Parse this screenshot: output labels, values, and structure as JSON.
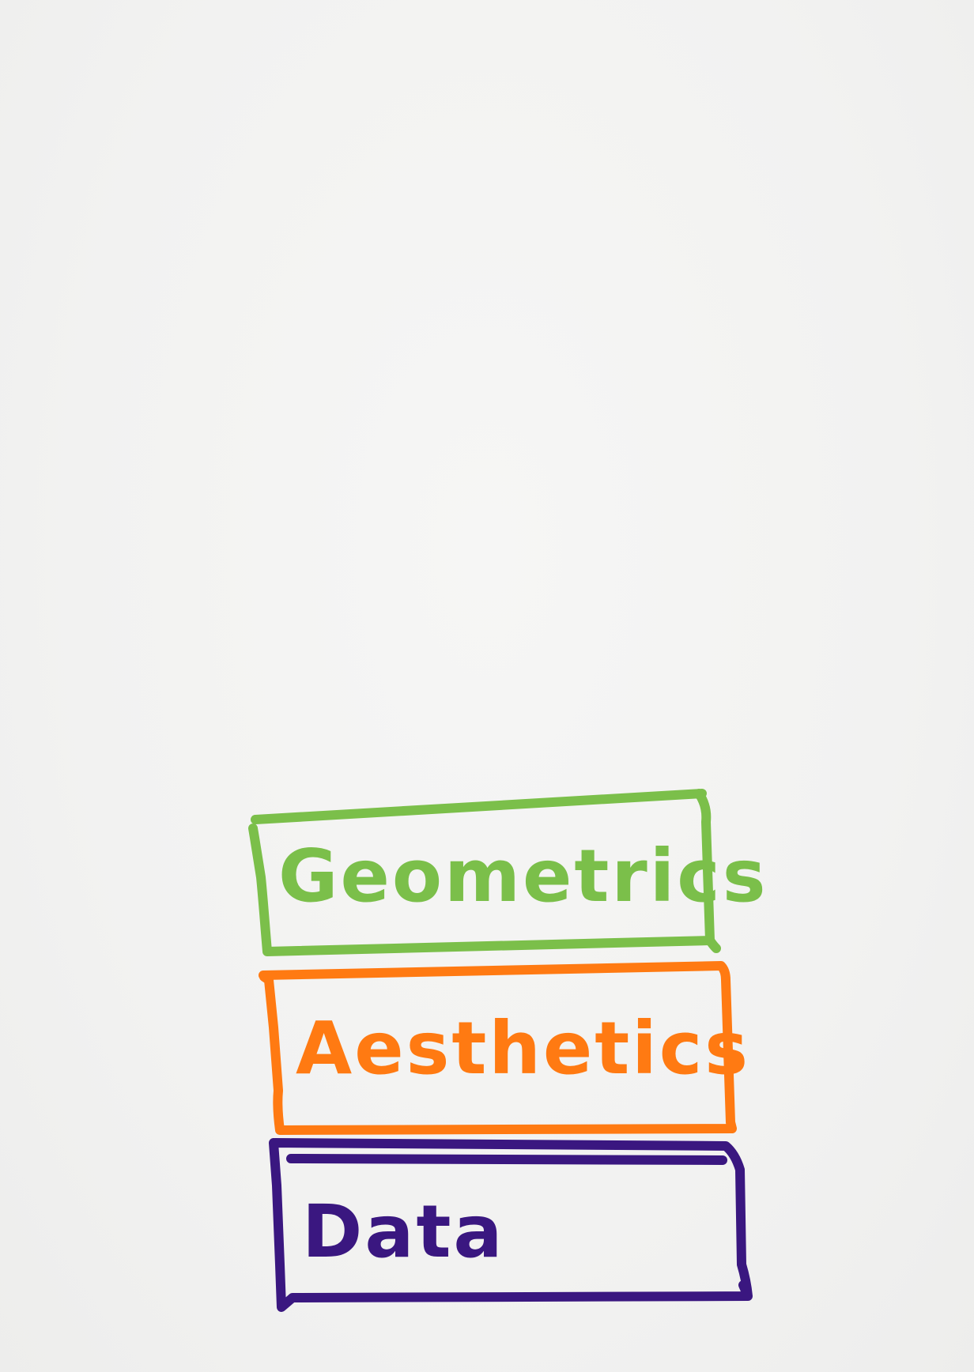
{
  "diagram": {
    "layers": [
      {
        "id": "geometrics",
        "label": "Geometrics",
        "color": "#7bbf4a"
      },
      {
        "id": "aesthetics",
        "label": "Aesthetics",
        "color": "#ff7a12"
      },
      {
        "id": "data",
        "label": "Data",
        "color": "#3a1780"
      }
    ]
  }
}
